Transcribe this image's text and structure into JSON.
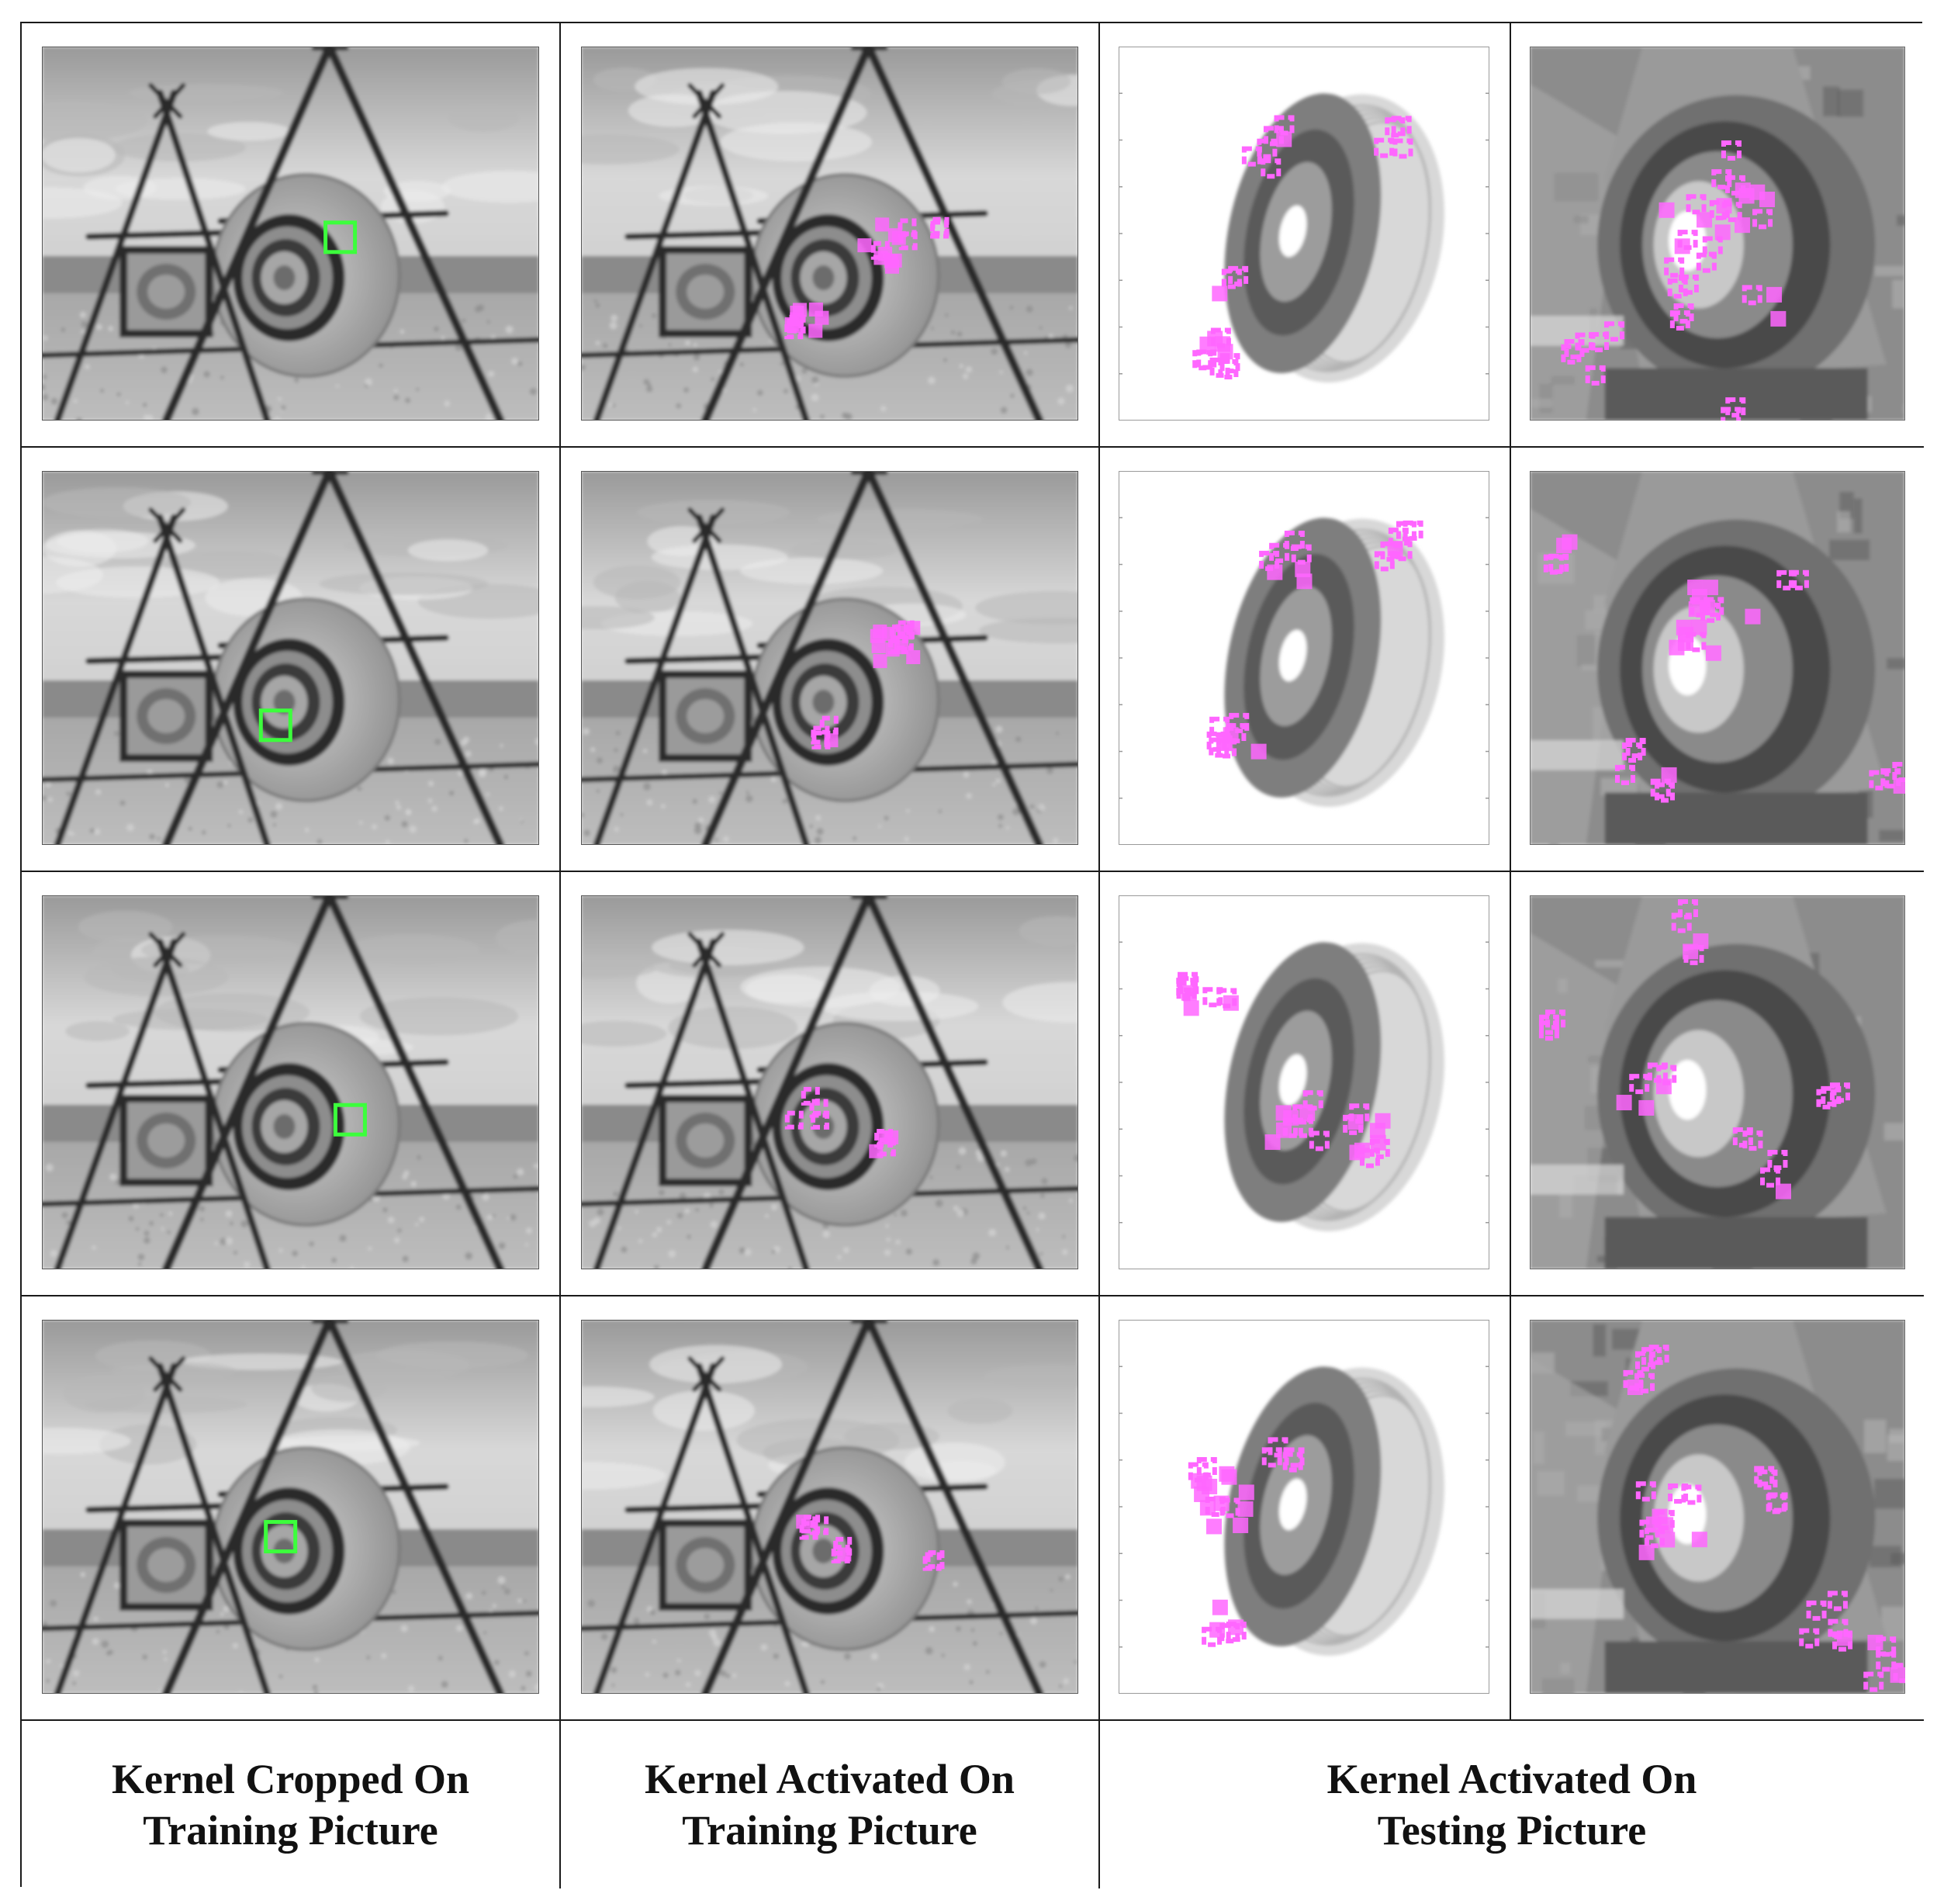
{
  "captions": {
    "col1_line1": "Kernel Cropped On",
    "col1_line2": "Training Picture",
    "col2_line1": "Kernel Activated On",
    "col2_line2": "Training Picture",
    "col3_line1": "Kernel Activated On",
    "col3_line2": "Testing Picture"
  },
  "colors": {
    "kernel_box": "#3cff3c",
    "activation_marker": "#ff66ff",
    "grid_line": "#1a1a1a"
  },
  "panels": {
    "kernel_position_per_row": [
      {
        "row": 1,
        "u": 0.6,
        "v": 0.51
      },
      {
        "row": 2,
        "u": 0.47,
        "v": 0.68
      },
      {
        "row": 3,
        "u": 0.62,
        "v": 0.6
      },
      {
        "row": 4,
        "u": 0.48,
        "v": 0.58
      }
    ]
  }
}
